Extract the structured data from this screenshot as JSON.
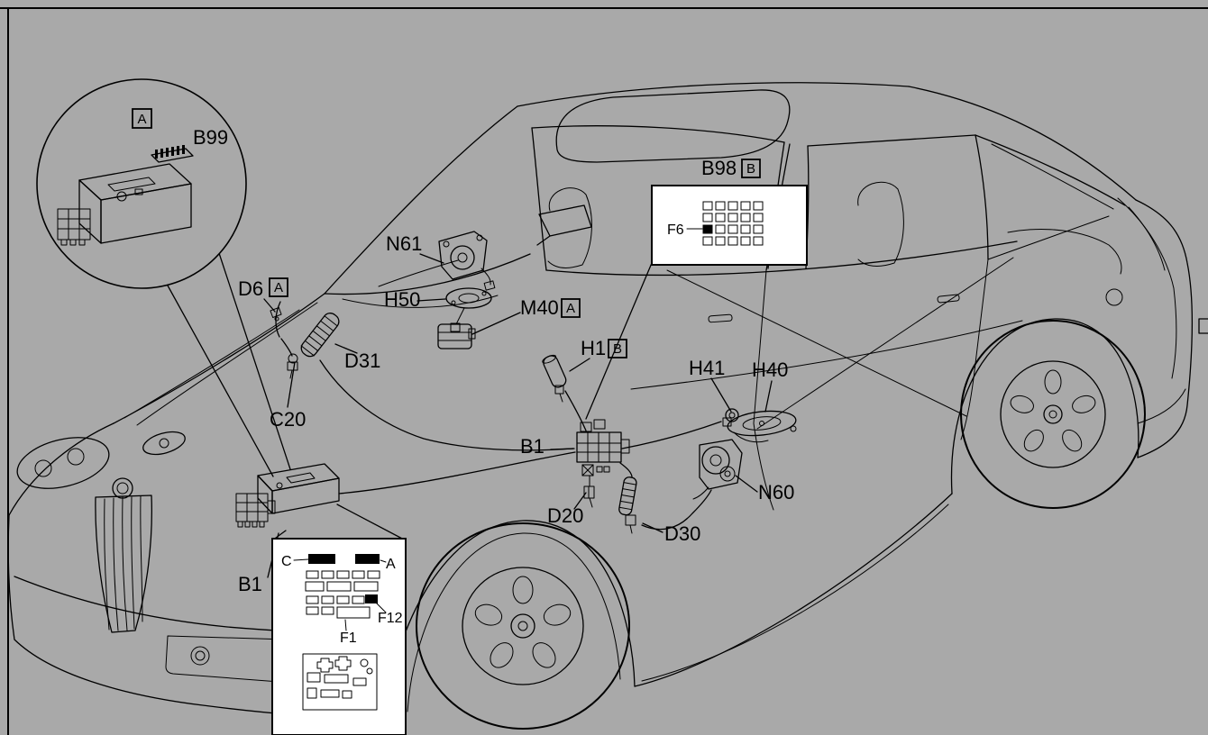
{
  "colors": {
    "background": "#a9a9a9",
    "line": "#000000",
    "callout_fill": "#ffffff"
  },
  "detail_circle": {
    "pin_label": "A",
    "component_label": "B99"
  },
  "b98_callout": {
    "title": "B98",
    "title_box_label": "B",
    "fuse_label": "F6"
  },
  "b1_callout": {
    "connector_c": "C",
    "connector_a": "A",
    "fuse_f12": "F12",
    "fuse_f1": "F1"
  },
  "labels": {
    "n61": "N61",
    "h50": "H50",
    "d6": "D6",
    "d6_box": "A",
    "m40": "M40",
    "m40_box": "A",
    "d31": "D31",
    "h1": "H1",
    "h1_box": "B",
    "c20": "C20",
    "b1_upper": "B1",
    "h41": "H41",
    "h40": "H40",
    "n60": "N60",
    "d20": "D20",
    "d30": "D30",
    "b1_lower": "B1"
  }
}
